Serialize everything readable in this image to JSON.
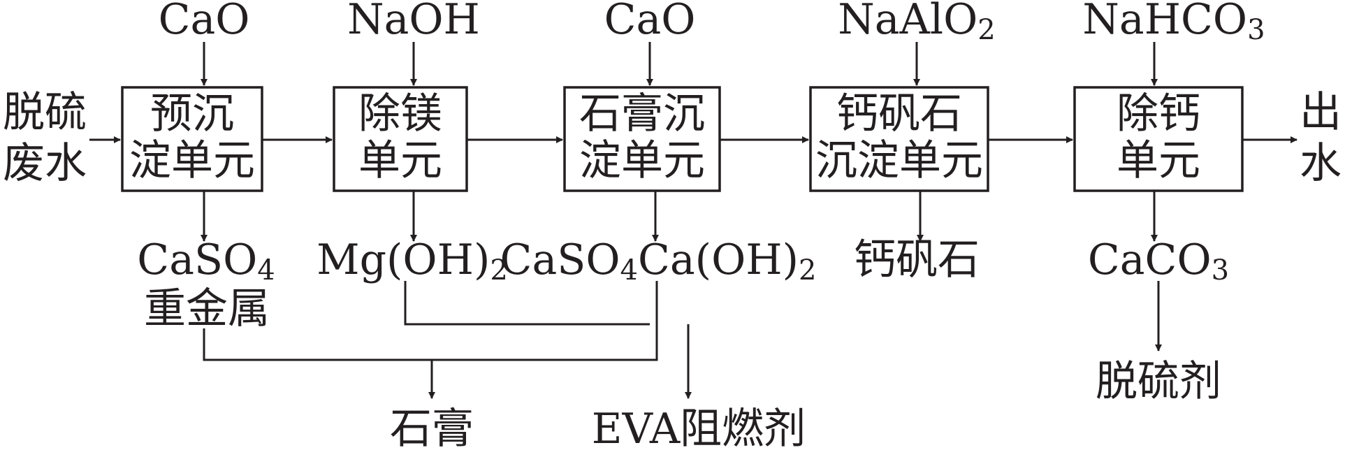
{
  "inputs": {
    "feed_1": {
      "base": "CaO",
      "sub": ""
    },
    "feed_2": {
      "base": "NaOH",
      "sub": ""
    },
    "feed_3": {
      "base": "CaO",
      "sub": ""
    },
    "feed_4": {
      "base": "NaAlO",
      "sub": "2"
    },
    "feed_5": {
      "base": "NaHCO",
      "sub": "3"
    }
  },
  "source": {
    "line1": "脱硫",
    "line2": "废水"
  },
  "outlet": {
    "line1": "出",
    "line2": "水"
  },
  "units": [
    {
      "line1": "预沉",
      "line2": "淀单元"
    },
    {
      "line1": "除镁",
      "line2": "单元"
    },
    {
      "line1": "石膏沉",
      "line2": "淀单元"
    },
    {
      "line1": "钙矾石",
      "line2": "沉淀单元"
    },
    {
      "line1": "除钙",
      "line2": "单元"
    }
  ],
  "precipitates": {
    "p1": {
      "base": "CaSO",
      "sub": "4",
      "line2": "重金属"
    },
    "p2": {
      "base": "Mg(OH)",
      "sub": "2"
    },
    "p3": {
      "a": "CaSO",
      "a_sub": "4",
      "b": "Ca(OH)",
      "b_sub": "2"
    },
    "p4": {
      "text": "钙矾石"
    },
    "p5": {
      "base": "CaCO",
      "sub": "3"
    }
  },
  "products": {
    "gypsum": "石膏",
    "flame_retardant": "EVA阻燃剂",
    "desulfurizer": "脱硫剂"
  }
}
